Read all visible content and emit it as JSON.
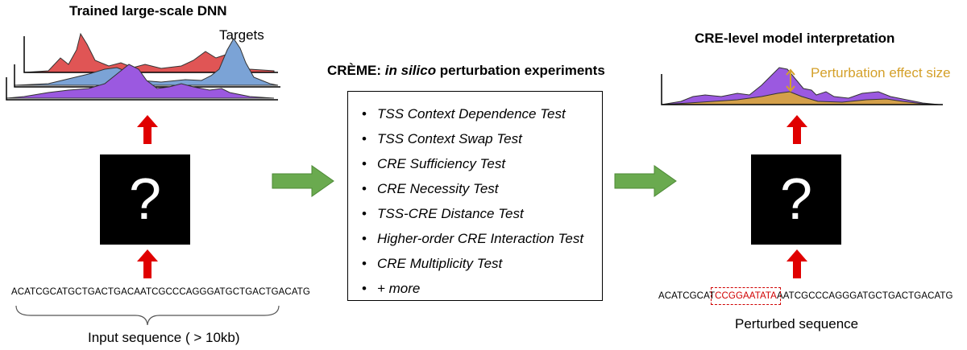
{
  "left": {
    "title": "Trained large-scale DNN",
    "targets_label": "Targets",
    "model_symbol": "?",
    "input_sequence": "ACATCGCATGCTGACTGACAATCGCCCAGGGATGCTGACTGACATG",
    "input_label": "Input sequence ( > 10kb)"
  },
  "middle": {
    "title_prefix": "CRÈME: ",
    "title_italic": "in silico",
    "title_suffix": " perturbation experiments",
    "tests": [
      "TSS Context Dependence Test",
      "TSS Context Swap Test",
      "CRE Sufficiency Test",
      "CRE Necessity Test",
      "TSS-CRE Distance Test",
      "Higher-order CRE Interaction Test",
      "CRE Multiplicity Test",
      "+ more"
    ]
  },
  "right": {
    "title": "CRE-level model interpretation",
    "effect_label": "Perturbation effect size",
    "model_symbol": "?",
    "seq_prefix": "ACATCGCAT",
    "seq_perturbed": "CCGGAATATA",
    "seq_suffix": "AATCGCCCAGGGATGCTGACTGACATG",
    "perturbed_label": "Perturbed sequence"
  },
  "colors": {
    "red_track": "#e05555",
    "blue_track": "#7ba3d6",
    "purple_track": "#9b59e0",
    "orange_track": "#d4a04a",
    "arrow_red": "#e00000",
    "arrow_green": "#6aaa4f",
    "effect_text": "#d4a02a",
    "perturbed_seq": "#d00000"
  }
}
